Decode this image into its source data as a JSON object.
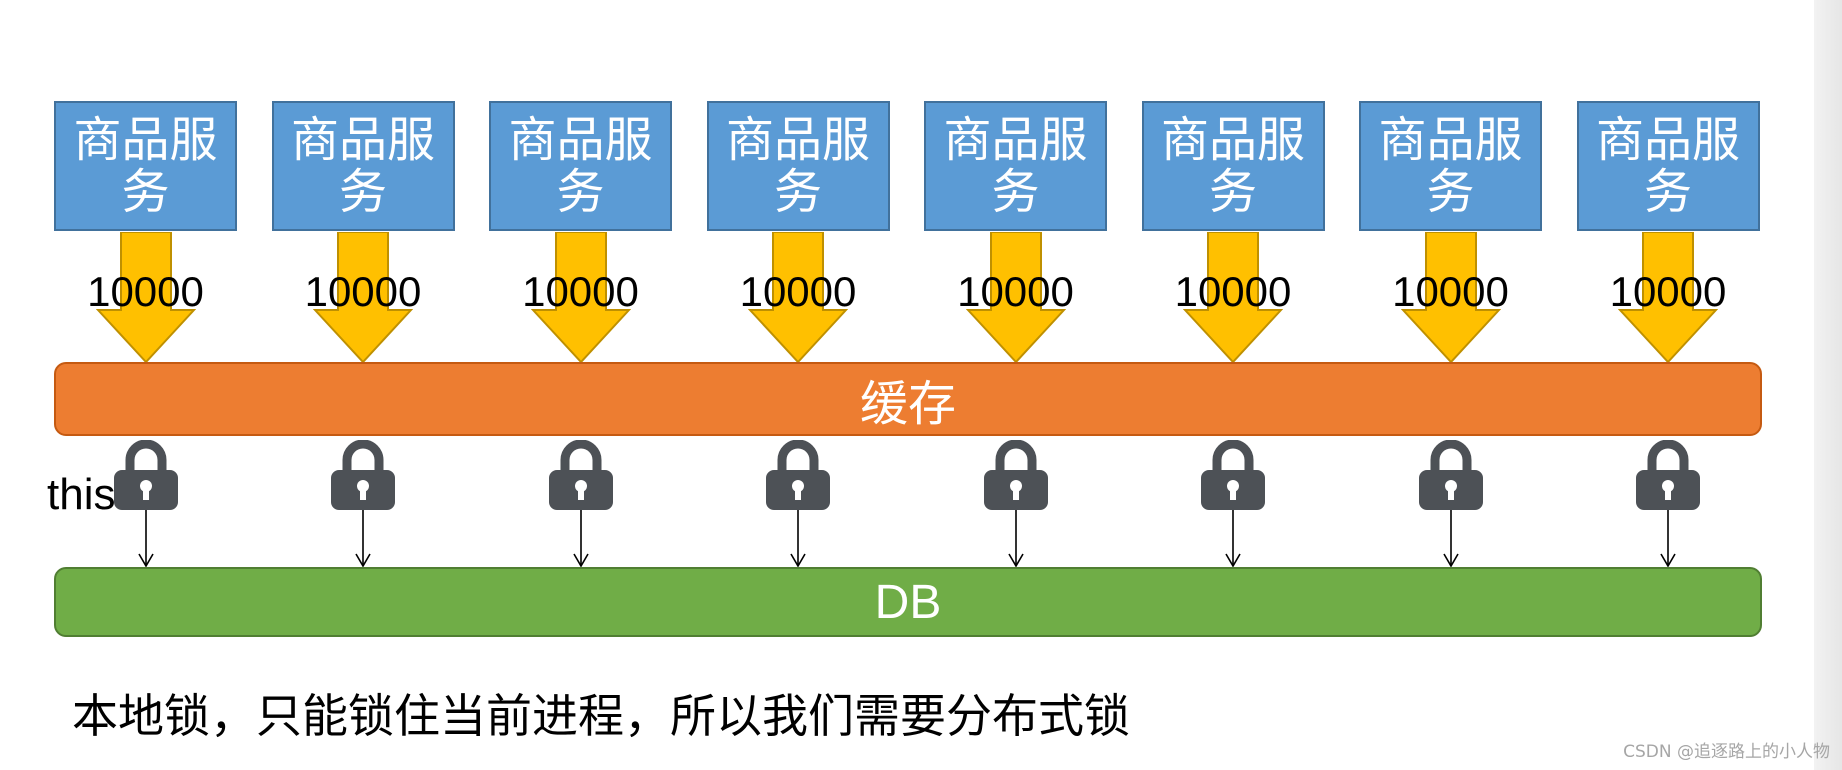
{
  "services": [
    {
      "label": "商品服务",
      "count": "10000"
    },
    {
      "label": "商品服务",
      "count": "10000"
    },
    {
      "label": "商品服务",
      "count": "10000"
    },
    {
      "label": "商品服务",
      "count": "10000"
    },
    {
      "label": "商品服务",
      "count": "10000"
    },
    {
      "label": "商品服务",
      "count": "10000"
    },
    {
      "label": "商品服务",
      "count": "10000"
    },
    {
      "label": "商品服务",
      "count": "10000"
    }
  ],
  "cache": {
    "label": "缓存"
  },
  "db": {
    "label": "DB"
  },
  "this_label": "this",
  "caption": "本地锁，只能锁住当前进程，所以我们需要分布式锁",
  "watermark": "CSDN @追逐路上的小人物",
  "colors": {
    "service": "#5b9bd5",
    "arrow": "#ffc000",
    "cache": "#ed7d31",
    "db": "#70ad47",
    "lock": "#4d5156"
  }
}
